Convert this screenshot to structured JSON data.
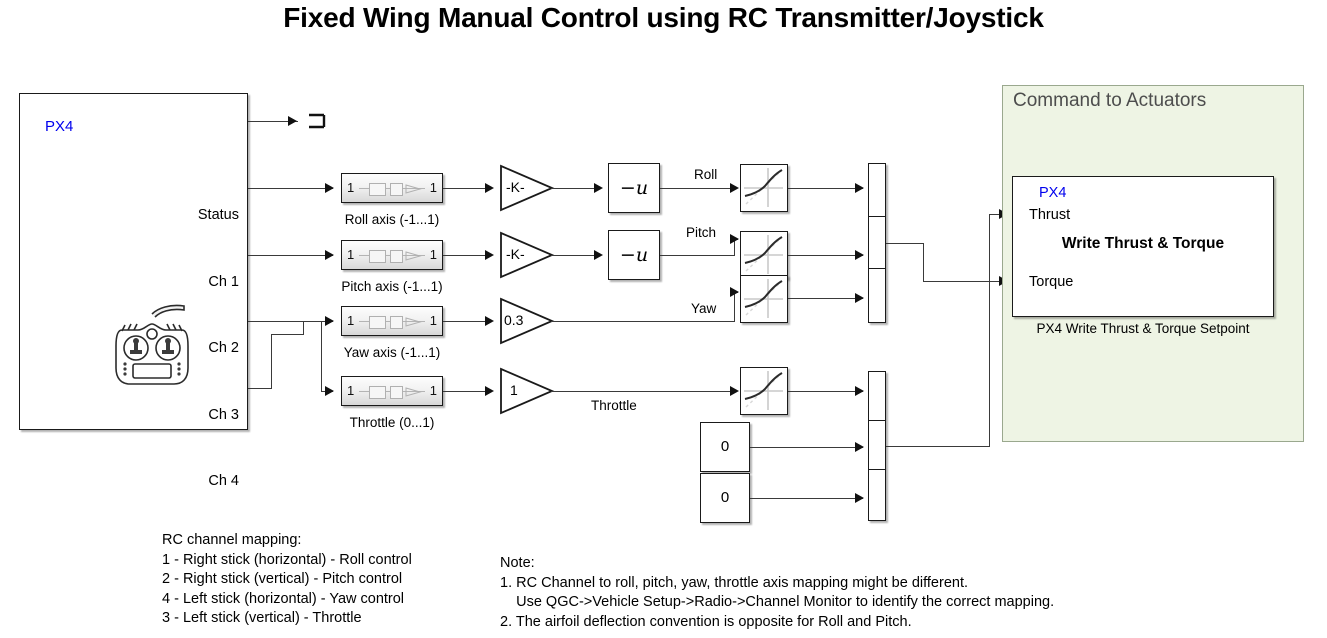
{
  "title": "Fixed Wing Manual Control using RC Transmitter/Joystick",
  "source_block": {
    "vendor_tag": "PX4",
    "vendor_tag_color": "#0000ee",
    "icon": "rc-transmitter-icon",
    "ports": [
      {
        "name": "Status",
        "label": "Status"
      },
      {
        "name": "Ch 1",
        "label": "Ch 1"
      },
      {
        "name": "Ch 2",
        "label": "Ch 2"
      },
      {
        "name": "Ch 3",
        "label": "Ch 3"
      },
      {
        "name": "Ch 4",
        "label": "Ch 4"
      }
    ]
  },
  "terminator": {
    "name": "status-terminator"
  },
  "sliders": [
    {
      "caption": "Roll axis (-1...1)",
      "min": "1",
      "max": "1"
    },
    {
      "caption": "Pitch axis (-1...1)",
      "min": "1",
      "max": "1"
    },
    {
      "caption": "Yaw axis (-1...1)",
      "min": "1",
      "max": "1"
    },
    {
      "caption": "Throttle (0...1)",
      "min": "1",
      "max": "1"
    }
  ],
  "gains": [
    {
      "label": "-K-"
    },
    {
      "label": "-K-"
    },
    {
      "label": "0.3"
    },
    {
      "label": "1"
    }
  ],
  "negate_blocks": [
    {
      "label": "−u"
    },
    {
      "label": "−u"
    }
  ],
  "signal_labels": {
    "roll": "Roll",
    "pitch": "Pitch",
    "yaw": "Yaw",
    "throttle": "Throttle"
  },
  "lookup_blocks": [
    {
      "name": "lookup-roll"
    },
    {
      "name": "lookup-pitch"
    },
    {
      "name": "lookup-yaw"
    },
    {
      "name": "lookup-throttle"
    }
  ],
  "constants": [
    {
      "value": "0"
    },
    {
      "value": "0"
    }
  ],
  "mux_blocks": [
    {
      "name": "mux-torque",
      "inputs": 3
    },
    {
      "name": "mux-thrust",
      "inputs": 3
    }
  ],
  "subsystem": {
    "title": "Command to Actuators",
    "panel_color": "#eef4e4",
    "block": {
      "vendor_tag": "PX4",
      "center_label": "Write Thrust & Torque",
      "inputs": [
        {
          "label": "Thrust"
        },
        {
          "label": "Torque"
        }
      ]
    },
    "caption": "PX4 Write Thrust & Torque Setpoint"
  },
  "annotations": {
    "rc_mapping": "RC channel mapping:\n1 - Right stick (horizontal) - Roll control\n2 - Right stick (vertical) - Pitch control\n4 - Left stick (horizontal) - Yaw control\n3 - Left stick (vertical) - Throttle",
    "note": "Note:\n1. RC Channel to roll, pitch, yaw, throttle axis mapping might be different.\n    Use QGC->Vehicle Setup->Radio->Channel Monitor to identify the correct mapping.\n2. The airfoil deflection convention is opposite for Roll and Pitch."
  }
}
